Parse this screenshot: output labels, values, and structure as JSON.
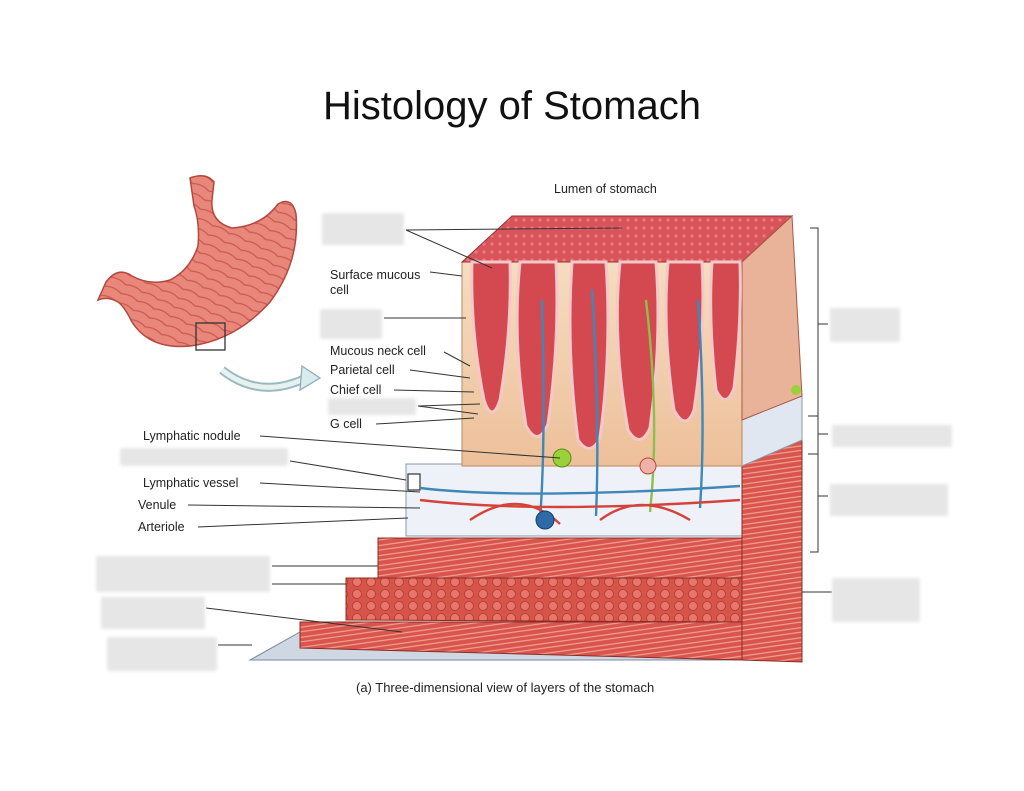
{
  "slide": {
    "title": "Histology of Stomach"
  },
  "diagram": {
    "top_label": "Lumen of stomach",
    "caption": "(a) Three-dimensional view of layers of the stomach",
    "labels": {
      "surface_mucous_cell_line1": "Surface mucous",
      "surface_mucous_cell_line2": "cell",
      "mucous_neck_cell": "Mucous neck cell",
      "parietal_cell": "Parietal cell",
      "chief_cell": "Chief cell",
      "g_cell": "G cell",
      "lymphatic_nodule": "Lymphatic nodule",
      "lymphatic_vessel": "Lymphatic vessel",
      "venule": "Venule",
      "arteriole": "Arteriole"
    },
    "colors": {
      "mucosa": "#d9535a",
      "lamina": "#f3d2b2",
      "submucosa": "#eef2f8",
      "muscle": "#d8544c",
      "vein": "#3f87b9",
      "artery": "#d4433a",
      "blank_box": "#e6e6e6"
    }
  }
}
